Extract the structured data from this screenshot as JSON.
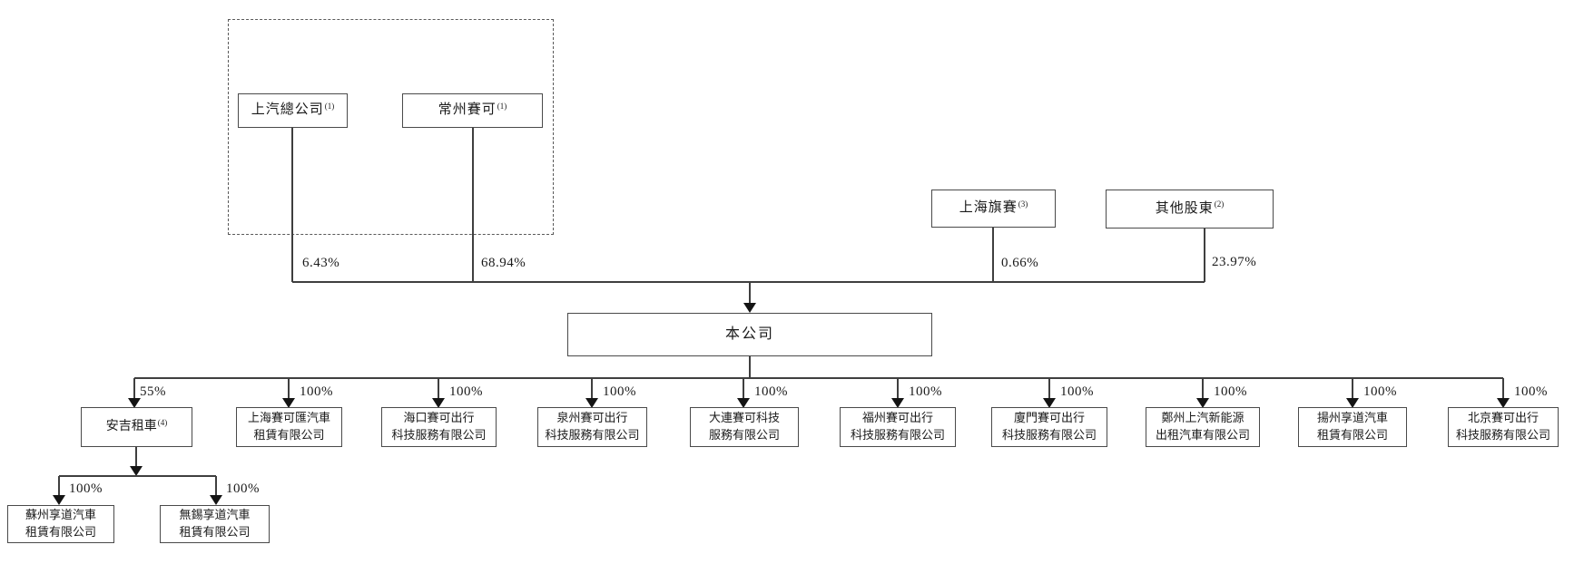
{
  "diagram": {
    "title": "shareholding-structure",
    "company": {
      "name": "本公司"
    },
    "shareholders": [
      {
        "name": "上汽總公司",
        "footnote": "(1)",
        "ownership": "6.43%"
      },
      {
        "name": "常州賽可",
        "footnote": "(1)",
        "ownership": "68.94%"
      },
      {
        "name": "上海旗賽",
        "footnote": "(3)",
        "ownership": "0.66%"
      },
      {
        "name": "其他股東",
        "footnote": "(2)",
        "ownership": "23.97%"
      }
    ],
    "subsidiaries": [
      {
        "name": "安吉租車",
        "footnote": "(4)",
        "ownership": "55%"
      },
      {
        "name": "上海賽可匯汽車\n租賃有限公司",
        "ownership": "100%"
      },
      {
        "name": "海口賽可出行\n科技服務有限公司",
        "ownership": "100%"
      },
      {
        "name": "泉州賽可出行\n科技服務有限公司",
        "ownership": "100%"
      },
      {
        "name": "大連賽可科技\n服務有限公司",
        "ownership": "100%"
      },
      {
        "name": "福州賽可出行\n科技服務有限公司",
        "ownership": "100%"
      },
      {
        "name": "廈門賽可出行\n科技服務有限公司",
        "ownership": "100%"
      },
      {
        "name": "鄭州上汽新能源\n出租汽車有限公司",
        "ownership": "100%"
      },
      {
        "name": "揚州享道汽車\n租賃有限公司",
        "ownership": "100%"
      },
      {
        "name": "北京賽可出行\n科技服務有限公司",
        "ownership": "100%"
      }
    ],
    "anji_subsidiaries": [
      {
        "name": "蘇州享道汽車\n租賃有限公司",
        "ownership": "100%"
      },
      {
        "name": "無錫享道汽車\n租賃有限公司",
        "ownership": "100%"
      }
    ],
    "colors": {
      "background": "#ffffff",
      "line": "#3f3f3f",
      "text": "#1a1a1a"
    }
  }
}
